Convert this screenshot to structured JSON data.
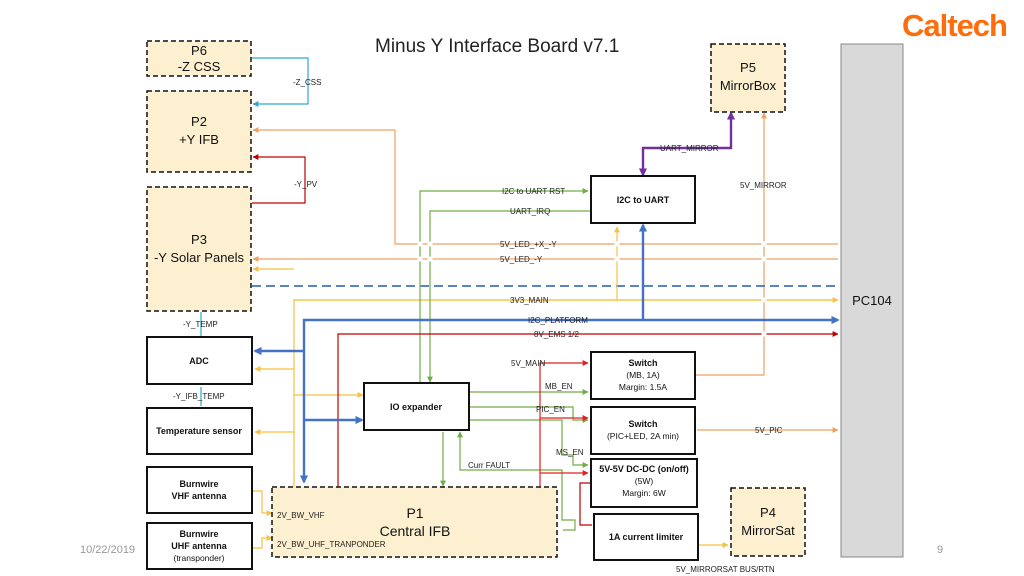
{
  "title": "Minus Y Interface Board v7.1",
  "logo": "Caltech",
  "date": "10/22/2019",
  "page_number": "9",
  "connectors": {
    "p6": {
      "id": "P6",
      "name": "-Z CSS"
    },
    "p2": {
      "id": "P2",
      "name": "+Y IFB"
    },
    "p3": {
      "id": "P3",
      "name": "-Y Solar Panels"
    },
    "p5": {
      "id": "P5",
      "name": "MirrorBox"
    },
    "p1": {
      "id": "P1",
      "name": "Central IFB"
    },
    "p4": {
      "id": "P4",
      "name": "MirrorSat"
    },
    "pc104": {
      "name": "PC104"
    }
  },
  "blocks": {
    "i2c_uart": {
      "line1": "I2C to UART"
    },
    "adc": {
      "line1": "ADC"
    },
    "temp_sensor": {
      "line1": "Temperature sensor"
    },
    "burnwire_vhf": {
      "line1": "Burnwire",
      "line2": "VHF antenna"
    },
    "burnwire_uhf": {
      "line1": "Burnwire",
      "line2": "UHF antenna",
      "line3": "(transponder)"
    },
    "io_expander": {
      "line1": "IO expander"
    },
    "switch_mb": {
      "line1": "Switch",
      "line2": "(MB, 1A)",
      "line3": "Margin: 1.5A"
    },
    "switch_pic": {
      "line1": "Switch",
      "line2": "(PIC+LED, 2A min)"
    },
    "dcdc": {
      "line1": "5V-5V DC-DC (on/off)",
      "line2": "(5W)",
      "line3": "Margin: 6W"
    },
    "limiter": {
      "line1": "1A current limiter"
    }
  },
  "signals": {
    "z_css": "-Z_CSS",
    "y_pv": "-Y_PV",
    "y_temp": "-Y_TEMP",
    "y_ifb_temp": "-Y_IFB_TEMP",
    "uart_mirror": "UART_MIRROR",
    "v5_mirror": "5V_MIRROR",
    "i2c_uart_rst": "I2C to UART RST",
    "uart_irq": "UART_IRQ",
    "led_xy": "5V_LED_+X_-Y",
    "led_y": "5V_LED_-Y",
    "v3_main": "3V3_MAIN",
    "i2c_platform": "I2C_PLATFORM",
    "v8_ems": "8V_EMS 1/2",
    "v5_main": "5V_MAIN",
    "mb_en": "MB_EN",
    "pic_en": "PIC_EN",
    "ms_en": "MS_EN",
    "curr_fault": "Curr FAULT",
    "v5_pic": "5V_PIC",
    "bw_vhf": "2V_BW_VHF",
    "bw_uhf": "2V_BW_UHF_TRANPONDER",
    "mirrorsat_bus": "5V_MIRRORSAT BUS/RTN"
  },
  "colors": {
    "connector_fill": "#fdf0d0",
    "pc104_fill": "#d9d9d9",
    "orange": "#f0a060",
    "yellow": "#f5c242",
    "green": "#70ad47",
    "blue": "#4472c4",
    "dark_red": "#c00000",
    "red": "#e02020",
    "cyan": "#2aa9cf",
    "purple": "#7030a0",
    "brand": "#ff6c0c"
  }
}
